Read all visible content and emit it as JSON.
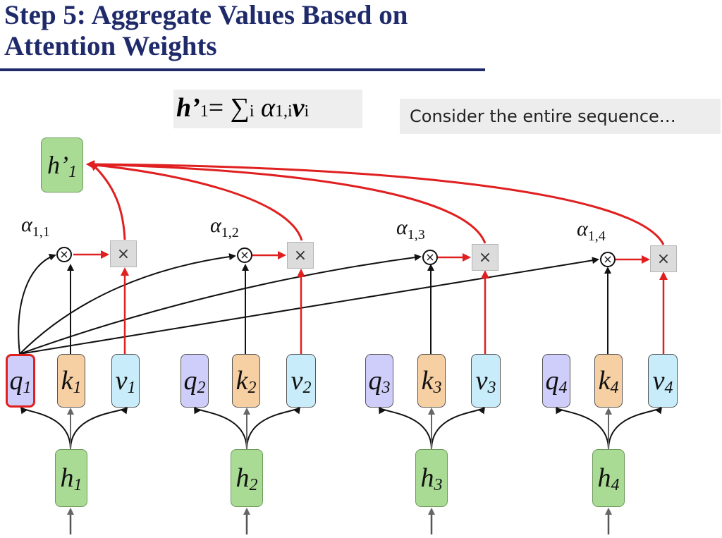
{
  "title_line1": "Step 5: Aggregate Values Based on",
  "title_line2": "Attention Weights",
  "formula": {
    "lhs": "h’",
    "lhs_sub": "1",
    "eq_sum": "= ∑",
    "sum_sub": "i",
    "alpha": "α",
    "alpha_sub": "1,i",
    "v": "v",
    "v_sub": "i"
  },
  "note": "Consider the entire sequence…",
  "output": {
    "label": "h’",
    "sub": "1"
  },
  "multiply_symbol": "×",
  "otimes_symbol": "×",
  "colors": {
    "title": "#1f2a6b",
    "query": "#cfcdfa",
    "key": "#f6cfa3",
    "value": "#c8ecfa",
    "hidden": "#a9db95",
    "highlight_arrow": "#e02020"
  },
  "groups": [
    {
      "h": "h",
      "q": "q",
      "k": "k",
      "v": "v",
      "sub": "1",
      "alpha": "α",
      "alpha_sub": "1,1"
    },
    {
      "h": "h",
      "q": "q",
      "k": "k",
      "v": "v",
      "sub": "2",
      "alpha": "α",
      "alpha_sub": "1,2"
    },
    {
      "h": "h",
      "q": "q",
      "k": "k",
      "v": "v",
      "sub": "3",
      "alpha": "α",
      "alpha_sub": "1,3"
    },
    {
      "h": "h",
      "q": "q",
      "k": "k",
      "v": "v",
      "sub": "4",
      "alpha": "α",
      "alpha_sub": "1,4"
    }
  ]
}
